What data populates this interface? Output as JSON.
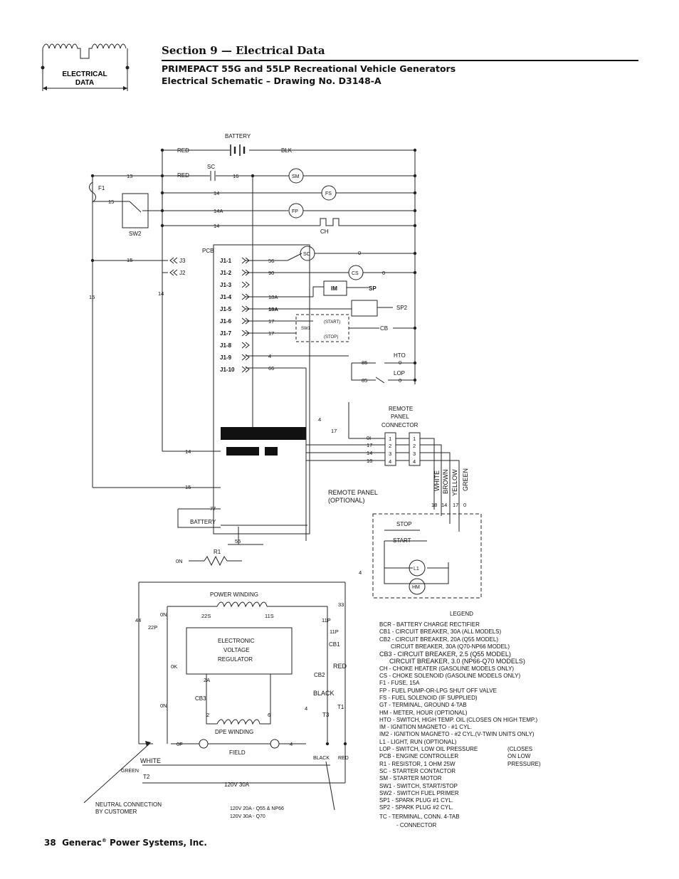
{
  "header": {
    "logo_text": "ELECTRICAL DATA",
    "section_title": "Section 9 — Electrical Data",
    "subtitle_1": "PRIMEPACT 55G and 55LP Recreational Vehicle Generators",
    "subtitle_2": "Electrical Schematic – Drawing No. D3148-A"
  },
  "footer": {
    "page_number": "38",
    "company": "Generac",
    "company_rest": " Power Systems, Inc."
  },
  "labels": {
    "battery": "BATTERY",
    "red": "RED",
    "blk": "BLK",
    "sc": "SC",
    "sm": "SM",
    "fs": "FS",
    "fp": "FP",
    "ch": "CH",
    "f1": "F1",
    "sw2": "SW2",
    "pcb": "PCB",
    "j3": "J3",
    "j2": "J2",
    "cs": "CS",
    "im": "IM",
    "sp": "SP",
    "sp2": "SP2",
    "sw1": "SW1",
    "start": "(START)",
    "stop": "(STOP)",
    "hto": "HTO",
    "lop": "LOP",
    "cb": "CB",
    "remote_panel_connector_1": "REMOTE",
    "remote_panel_connector_2": "PANEL",
    "remote_panel_connector_3": "CONNECTOR",
    "remote_panel_optional_1": "REMOTE PANEL",
    "remote_panel_optional_2": "(OPTIONAL)",
    "white": "WHITE",
    "brown": "BROWN",
    "yellow": "YELLOW",
    "green": "GREEN",
    "stop_sw": "STOP",
    "start_sw": "START",
    "l1": "L1",
    "hm": "HM",
    "r1": "R1",
    "power_winding": "POWER WINDING",
    "evr_1": "ELECTRONIC",
    "evr_2": "VOLTAGE",
    "evr_3": "REGULATOR",
    "dpe_winding": "DPE WINDING",
    "field": "FIELD",
    "cb1": "CB1",
    "cb2": "CB2",
    "cb3": "CB3",
    "red_t": "RED",
    "black_t": "BLACK",
    "t1": "T1",
    "t2": "T2",
    "t3": "T3",
    "green_gnd": "GREEN",
    "white_gnd": "WHITE",
    "black_lead": "BLACK",
    "red_lead": "RED",
    "out_120": "120V 30A",
    "neutral_1": "NEUTRAL CONNECTION",
    "neutral_2": "BY CUSTOMER",
    "rating_1": "120V 20A - Q55 & NP66",
    "rating_2": "120V 30A - Q70",
    "battery2": "BATTERY"
  },
  "wire_numbers": [
    "13",
    "16",
    "14",
    "14A",
    "14",
    "15",
    "15",
    "14",
    "15",
    "56",
    "90",
    "18A",
    "18A",
    "17",
    "17",
    "4",
    "66",
    "85",
    "85",
    "0",
    "0",
    "0",
    "0",
    "4",
    "17",
    "0I",
    "17",
    "14",
    "18",
    "14",
    "15",
    "77",
    "55",
    "0N",
    "44",
    "22P",
    "0N",
    "22S",
    "11S",
    "11P",
    "11P",
    "33",
    "0K",
    "2A",
    "2",
    "6",
    "0N",
    "0F",
    "4",
    "4",
    "4",
    "18",
    "14",
    "17",
    "0"
  ],
  "pins": [
    "J1-1",
    "J1-2",
    "J1-3",
    "J1-4",
    "J1-5",
    "J1-6",
    "J1-7",
    "J1-8",
    "J1-9",
    "J1-10"
  ],
  "connector_pins": [
    "1",
    "2",
    "3",
    "4"
  ],
  "legend": {
    "title": "LEGEND",
    "items": [
      "BCR - BATTERY CHARGE RECTIFIER",
      "CB1 - CIRCUIT BREAKER, 30A (ALL MODELS)",
      "CB2 - CIRCUIT BREAKER, 20A (Q55 MODEL)",
      "CIRCUIT BREAKER, 30A (Q70-NP66 MODEL)",
      "CB3 - CIRCUIT BREAKER, 2.5 (Q55 MODEL)",
      "CIRCUIT BREAKER, 3.0 (NP66-Q70 MODELS)",
      "CH  - CHOKE HEATER   (GASOLINE MODELS ONLY)",
      "CS  - CHOKE SOLENOID (GASOLINE MODELS ONLY)",
      "F1  - FUSE, 15A",
      "FP  - FUEL PUMP-OR-LPG SHUT OFF VALVE",
      "FS  - FUEL SOLENOID (IF SUPPLIED)",
      "GT  - TERMINAL, GROUND 4-TAB",
      "HM  - METER, HOUR (OPTIONAL)",
      "HTO - SWITCH, HIGH TEMP. OIL (CLOSES ON HIGH TEMP.)",
      "IM - IGNITION MAGNETO - #1 CYL.",
      "IM2 - IGNITION MAGNETO - #2 CYL.(V-TWIN UNITS ONLY)",
      "L1  - LIGHT, RUN (OPTIONAL)",
      "LOP - SWITCH, LOW OIL PRESSURE",
      "PCB - ENGINE CONTROLLER",
      "R1  - RESISTOR, 1 OHM 25W",
      "SC  - STARTER CONTACTOR",
      "SM  - STARTER MOTOR",
      "SW1 - SWITCH, START/STOP",
      "SW2 - SWITCH FUEL PRIMER",
      "SP1 - SPARK PLUG #1 CYL.",
      "SP2 - SPARK PLUG #2 CYL.",
      "TC  - TERMINAL, CONN. 4-TAB",
      "- CONNECTOR"
    ],
    "lop_note": "(CLOSES ON LOW PRESSURE)"
  }
}
